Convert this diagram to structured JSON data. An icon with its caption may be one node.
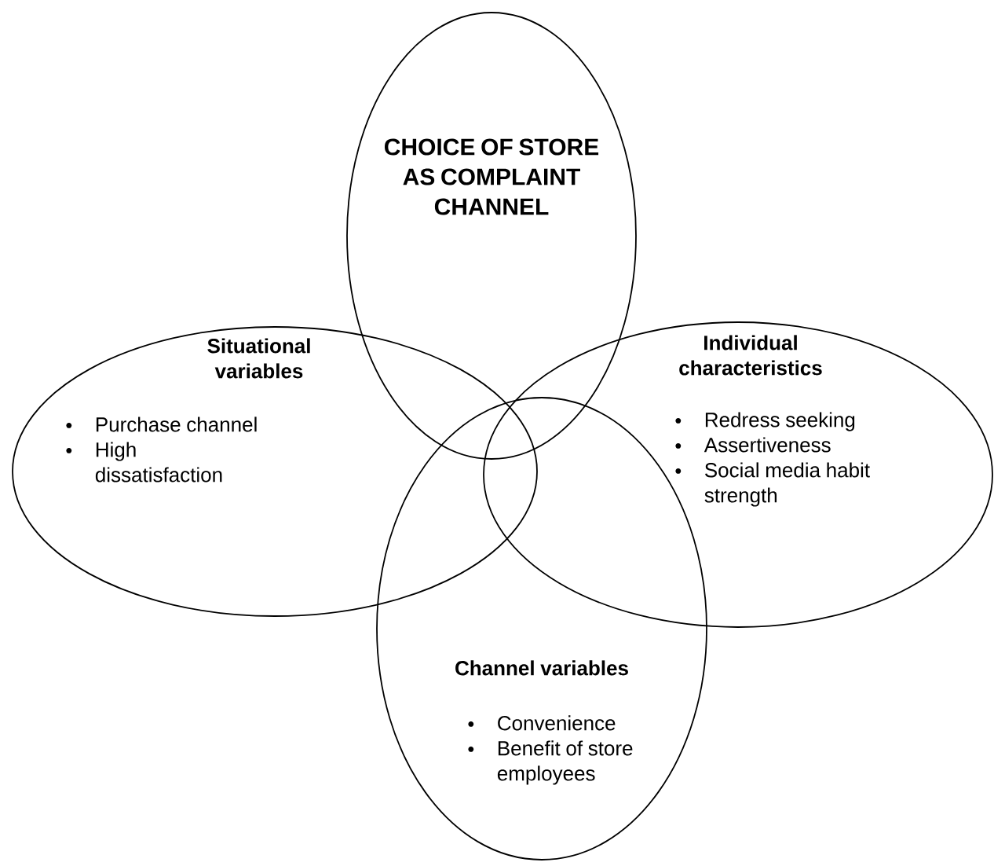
{
  "diagram": {
    "nodes": [
      {
        "text": [
          "CHOICE OF STORE AS COMPLAINT CHANNEL"
        ]
      },
      {
        "text": [
          "Situational variables",
          "Purchase channel",
          "High dissatisfaction"
        ]
      },
      {
        "text": [
          "Individual characteristics",
          "Redress seeking",
          "Assertiveness",
          "Social media habit strength"
        ]
      },
      {
        "text": [
          "Channel variables",
          "Convenience",
          "Benefit of store employees"
        ]
      }
    ]
  }
}
